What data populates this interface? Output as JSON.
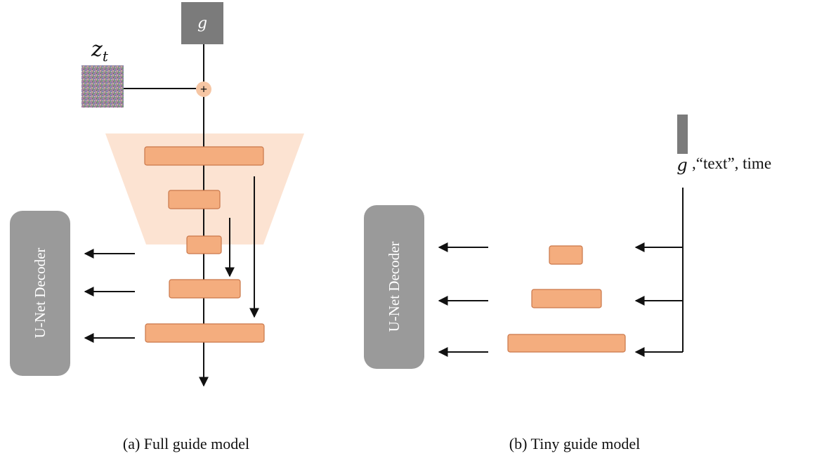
{
  "full_model": {
    "guide_symbol": "g",
    "noise_symbol": "z",
    "noise_subscript": "t",
    "plus_symbol": "+",
    "decoder_label": "U-Net Decoder",
    "caption": "(a) Full guide model"
  },
  "tiny_model": {
    "guide_symbol": "g",
    "inputs_text": ",“text”, time",
    "decoder_label": "U-Net Decoder",
    "caption": "(b) Tiny guide model"
  },
  "colors": {
    "block_fill": "#f4ad7e",
    "encoder_bg": "#fce3d2",
    "decoder_fill": "#9a9a9a",
    "guide_fill": "#7b7b7b",
    "add_node": "#f6c6a4"
  }
}
